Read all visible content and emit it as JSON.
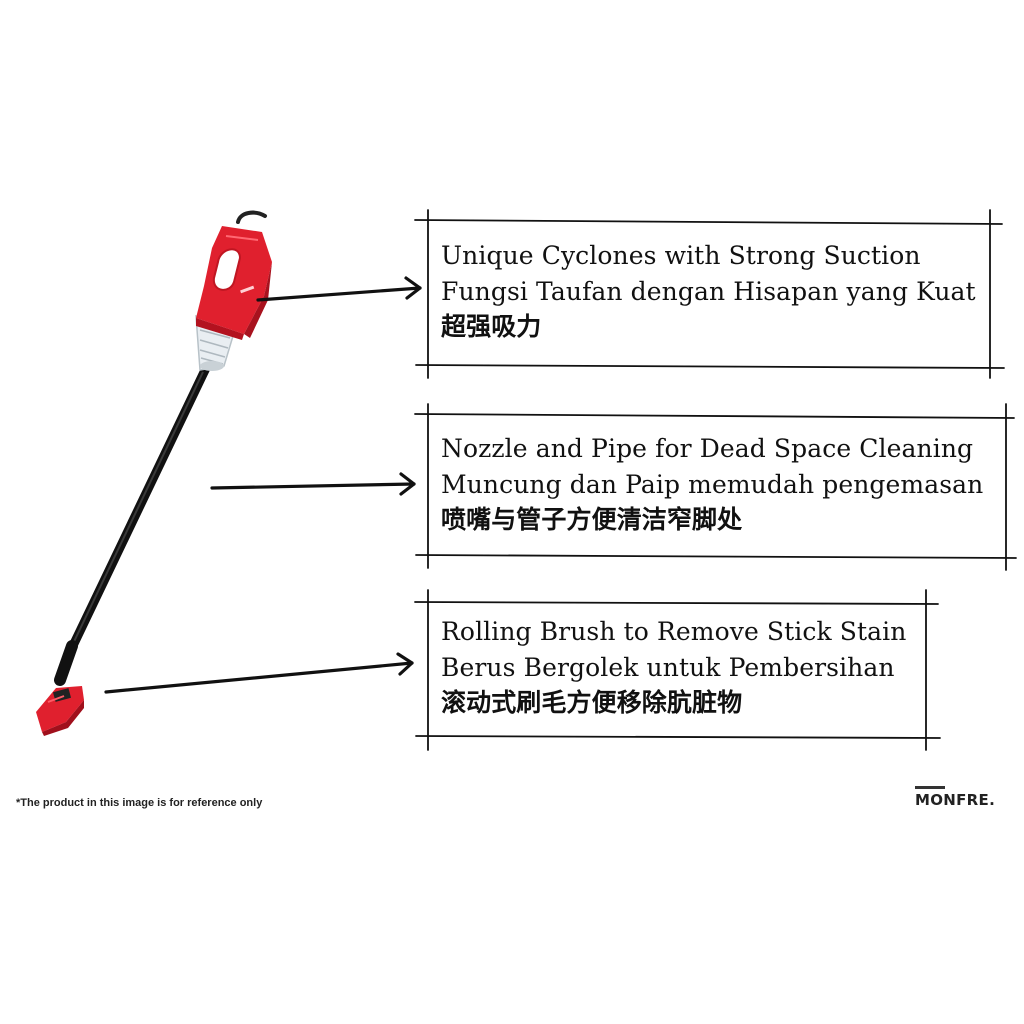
{
  "features": [
    {
      "lines": [
        "Unique Cyclones with Strong Suction",
        "Fungsi Taufan dengan Hisapan yang Kuat",
        "超强吸力"
      ]
    },
    {
      "lines": [
        "Nozzle and Pipe for Dead Space Cleaning",
        "Muncung dan Paip memudah pengemasan",
        "喷嘴与管子方便清洁窄脚处"
      ]
    },
    {
      "lines": [
        "Rolling Brush to Remove Stick Stain",
        "Berus Bergolek untuk Pembersihan",
        "滚动式刷毛方便移除肮脏物"
      ]
    }
  ],
  "disclaimer": "*The product in this image is for reference only",
  "brand": "MONFRE.",
  "colors": {
    "product_red": "#e0202e",
    "product_dark_red": "#b3121f",
    "pipe_black": "#111111",
    "ink": "#111111"
  },
  "icons": [
    "arrow-right-icon"
  ]
}
